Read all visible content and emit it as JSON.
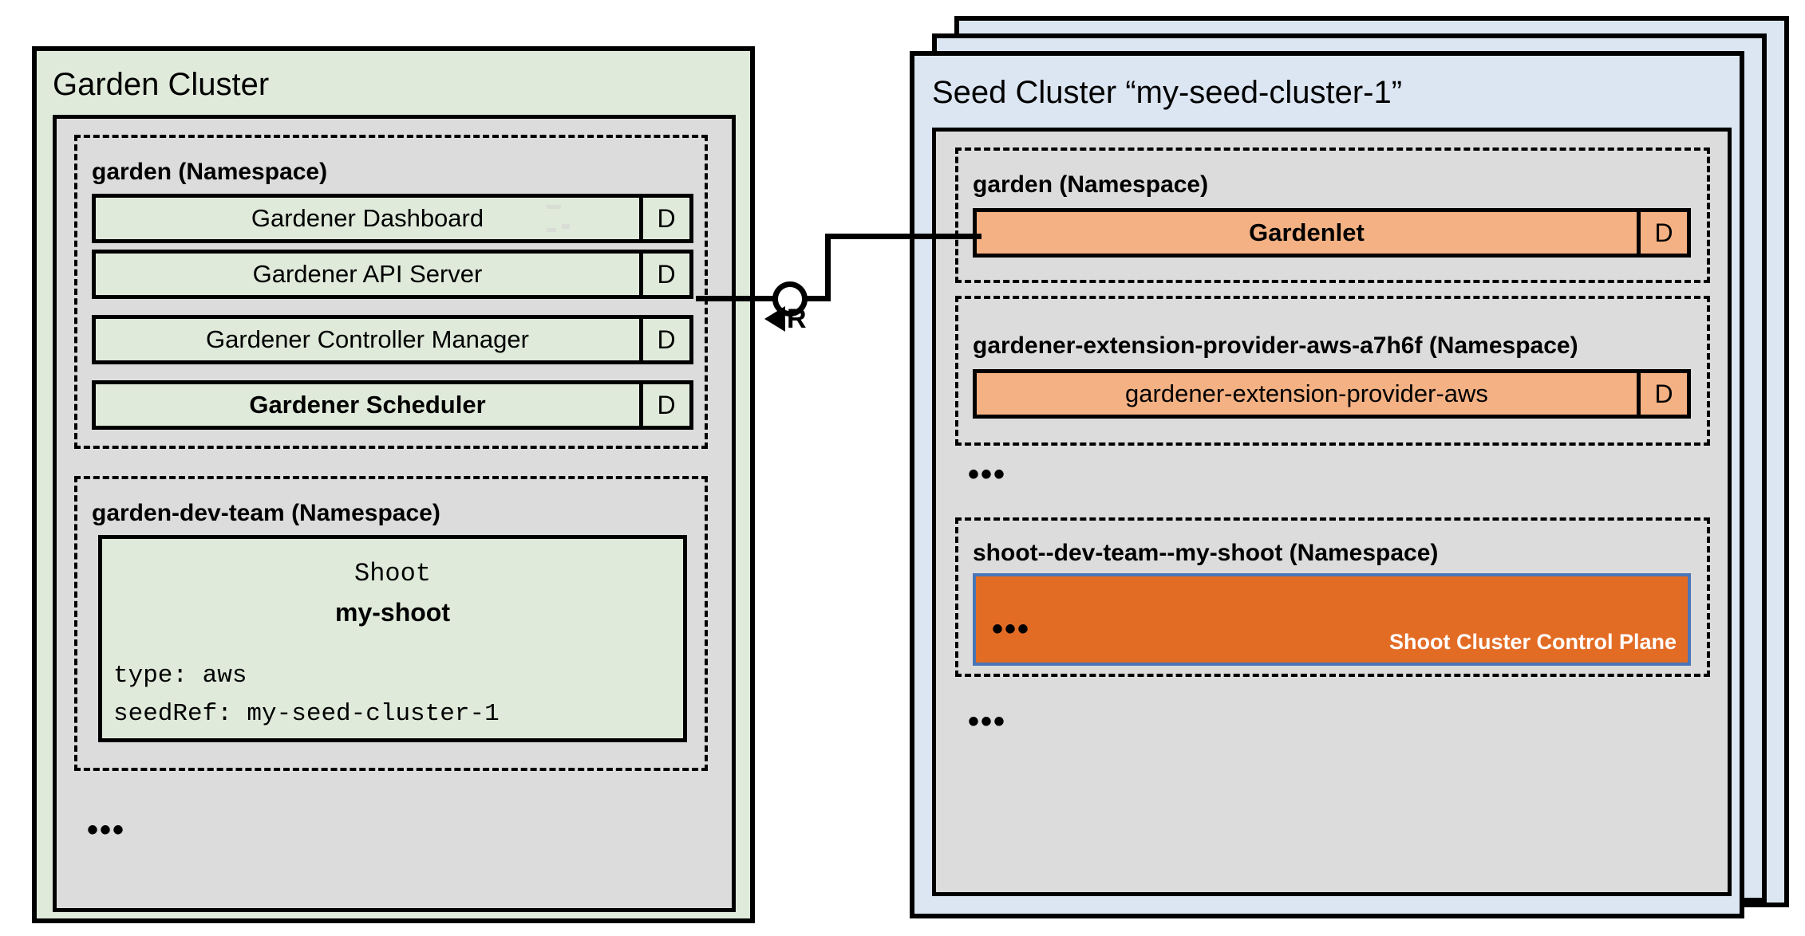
{
  "diagram": {
    "title": "Gardener architecture: Garden Cluster and Seed Cluster",
    "colors": {
      "garden_green": "#dfeada",
      "seed_blue": "#dce6f2",
      "namespace_grey": "#dcdcdc",
      "gardenlet_orange": "#f4b183",
      "control_plane_orange": "#e36c25",
      "control_plane_border": "#4a76b8",
      "stroke": "#000000"
    }
  },
  "garden_cluster": {
    "title": "Garden Cluster",
    "namespaces": [
      {
        "name": "garden (Namespace)",
        "components": [
          {
            "label": "Gardener Dashboard",
            "kind": "D",
            "bold": false
          },
          {
            "label": "Gardener API Server",
            "kind": "D",
            "bold": false
          },
          {
            "label": "Gardener Controller Manager",
            "kind": "D",
            "bold": false
          },
          {
            "label": "Gardener Scheduler",
            "kind": "D",
            "bold": true
          }
        ]
      },
      {
        "name": "garden-dev-team (Namespace)",
        "shoot": {
          "kind": "Shoot",
          "name": "my-shoot",
          "spec_lines": [
            "type: aws",
            "seedRef: my-seed-cluster-1"
          ]
        }
      }
    ],
    "more_indicator": "•••"
  },
  "seed_cluster": {
    "title": "Seed Cluster “my-seed-cluster-1”",
    "namespaces": [
      {
        "name": "garden (Namespace)",
        "components": [
          {
            "label": "Gardenlet",
            "kind": "D",
            "bold": true
          }
        ]
      },
      {
        "name": "gardener-extension-provider-aws-a7h6f (Namespace)",
        "components": [
          {
            "label": "gardener-extension-provider-aws",
            "kind": "D",
            "bold": false
          }
        ]
      },
      {
        "name": "shoot--dev-team--my-shoot (Namespace)",
        "control_plane": {
          "label": "Shoot Cluster Control Plane",
          "more_indicator": "•••"
        }
      }
    ],
    "more_indicator_mid": "•••",
    "more_indicator_bottom": "•••"
  },
  "connector": {
    "label": "R",
    "from": "Gardener API Server",
    "to": "Gardenlet",
    "socket_icon": "lollipop-socket-icon",
    "arrow_icon": "arrow-left-icon"
  }
}
